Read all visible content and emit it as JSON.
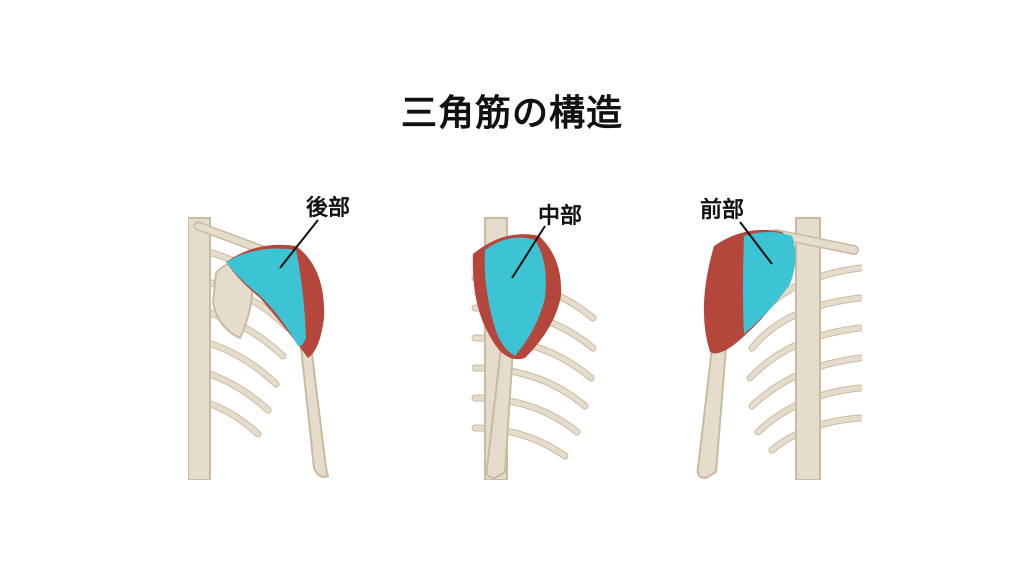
{
  "title": "三角筋の構造",
  "panels": [
    {
      "id": "posterior",
      "label": "後部"
    },
    {
      "id": "middle",
      "label": "中部"
    },
    {
      "id": "anterior",
      "label": "前部"
    }
  ],
  "colors": {
    "highlight": "#3cc3d4",
    "muscle": "#b5463c",
    "bone": "#e6dccb",
    "bone_shadow": "#c9bba3"
  }
}
